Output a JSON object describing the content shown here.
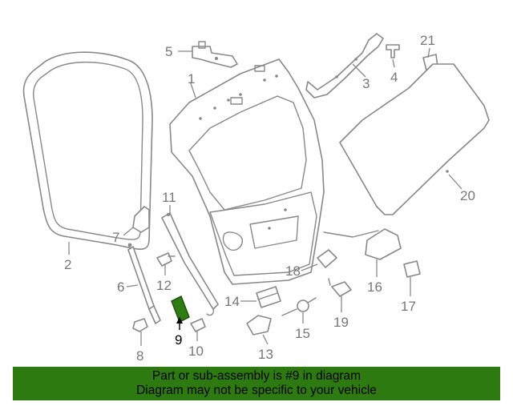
{
  "highlight_color": "#2d7a10",
  "highlighted_part": "9",
  "callouts": [
    "1",
    "2",
    "3",
    "4",
    "5",
    "6",
    "7",
    "8",
    "9",
    "10",
    "11",
    "12",
    "13",
    "14",
    "15",
    "16",
    "17",
    "18",
    "19",
    "20",
    "21"
  ],
  "banner": {
    "line1": "Part or sub-assembly is #9 in diagram",
    "line2": "Diagram may not be specific to your vehicle"
  }
}
